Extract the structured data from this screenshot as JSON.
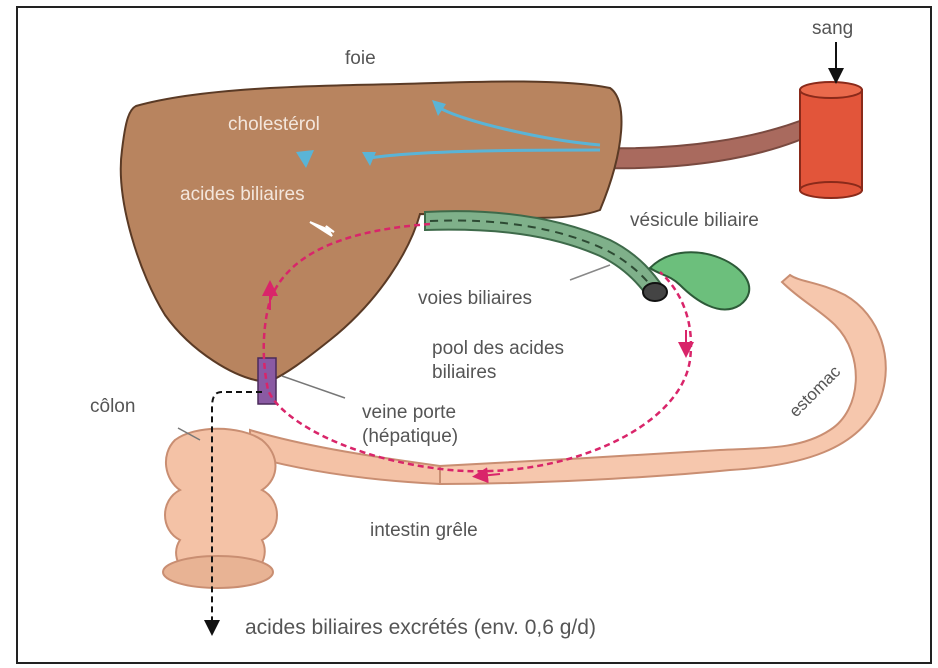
{
  "labels": {
    "foie": "foie",
    "sang": "sang",
    "cholesterol": "cholestérol",
    "acides_biliaires": "acides biliaires",
    "vesicule": "vésicule biliaire",
    "voies": "voies biliaires",
    "pool_line1": "pool des acides",
    "pool_line2": "biliaires",
    "colon": "côlon",
    "veine_line1": "veine porte",
    "veine_line2": "(hépatique)",
    "estomac": "estomac",
    "intestin": "intestin grêle",
    "excretes": "acides biliaires excrétés (env. 0,6 g/d)"
  },
  "colors": {
    "liver": "#b8845f",
    "blood_cylinder": "#e2553a",
    "vessel": "#a96a5e",
    "bile_duct": "#7fb08a",
    "gallbladder": "#6cbf7c",
    "cycle": "#d9256a",
    "stomach": "#f6c7ad",
    "intestine": "#f4c2a6",
    "portal_vein": "#8a5aa3",
    "cholesterol_arrow": "#5ab4d6"
  }
}
